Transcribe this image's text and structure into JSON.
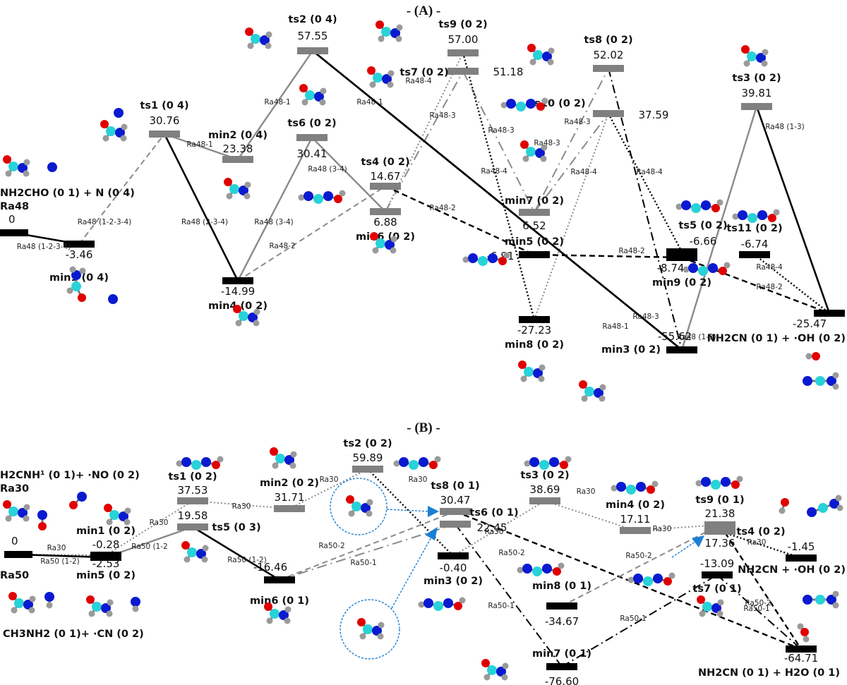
{
  "colors": {
    "min_bar": "#000000",
    "ts_bar": "#808080",
    "line_black": "#000000",
    "line_gray": "#8a8a8a",
    "highlight": "#1a7fd4",
    "atom_C": "#27d3d8",
    "atom_N": "#0a1ad0",
    "atom_O": "#e00000",
    "atom_H": "#9a9a9a"
  },
  "panels": [
    {
      "id": "A",
      "title": "- (A) -",
      "reactants": [
        {
          "name": "NH2CHO (0 1) +  N (0 4)",
          "tag": "Ra48"
        }
      ],
      "products": [
        {
          "name": "NH2CN (0 1) + ·OH (0 2)"
        }
      ],
      "levels": [
        {
          "id": "R",
          "name": "",
          "energy": "0",
          "kind": "min"
        },
        {
          "id": "min1",
          "name": "min1 (0 4)",
          "energy": "-3.46",
          "kind": "min"
        },
        {
          "id": "ts1",
          "name": "ts1 (0 4)",
          "energy": "30.76",
          "kind": "ts"
        },
        {
          "id": "min2",
          "name": "min2 (0 4)",
          "energy": "23.38",
          "kind": "ts"
        },
        {
          "id": "ts2",
          "name": "ts2 (0 4)",
          "energy": "57.55",
          "kind": "ts"
        },
        {
          "id": "min4",
          "name": "min4 (0 2)",
          "energy": "-14.99",
          "kind": "min"
        },
        {
          "id": "ts6",
          "name": "ts6 (0 2)",
          "energy": "30.41",
          "kind": "ts"
        },
        {
          "id": "ts4",
          "name": "ts4 (0 2)",
          "energy": "14.67",
          "kind": "ts"
        },
        {
          "id": "min6",
          "name": "min6 (0 2)",
          "energy": "6.88",
          "kind": "ts"
        },
        {
          "id": "ts9",
          "name": "ts9 (0 2)",
          "energy": "57.00",
          "kind": "ts"
        },
        {
          "id": "ts7",
          "name": "ts7 (0 2)",
          "energy": "51.18",
          "kind": "ts"
        },
        {
          "id": "min7",
          "name": "min7 (0 2)",
          "energy": "6.52",
          "kind": "ts"
        },
        {
          "id": "min5",
          "name": "min5 (0 2)",
          "energy": "-6.91",
          "kind": "min"
        },
        {
          "id": "min8",
          "name": "min8 (0 2)",
          "energy": "-27.23",
          "kind": "min"
        },
        {
          "id": "ts8",
          "name": "ts8 (0 2)",
          "energy": "52.02",
          "kind": "ts"
        },
        {
          "id": "ts10",
          "name": "ts10 (0 2)",
          "energy": "37.59",
          "kind": "ts"
        },
        {
          "id": "ts5",
          "name": "ts5 (0 2)",
          "energy": "-6.66",
          "kind": "min"
        },
        {
          "id": "min9",
          "name": "min9 (0 2)",
          "energy": "-8.74",
          "kind": "min"
        },
        {
          "id": "ts11",
          "name": "ts11 (0 2)",
          "energy": "-6.74",
          "kind": "min"
        },
        {
          "id": "ts3",
          "name": "ts3 (0 2)",
          "energy": "39.81",
          "kind": "ts"
        },
        {
          "id": "P",
          "name": "",
          "energy": "-25.47",
          "kind": "min"
        },
        {
          "id": "min3",
          "name": "min3 (0 2)",
          "energy": "-55.62",
          "kind": "min"
        }
      ],
      "path_labels": [
        "Ra48 (1-2-3-4)",
        "Ra48 (1-2-3-4)",
        "Ra48-1",
        "Ra48 (2-3-4)",
        "Ra48 (3-4)",
        "Ra48-2",
        "Ra48-1",
        "Ra48-1",
        "Ra48 (3-4)",
        "Ra48-4",
        "Ra48-3",
        "Ra48-3",
        "Ra48-4",
        "Ra48-2",
        "Ra48-3",
        "Ra48-3",
        "Ra48-4",
        "Ra48-4",
        "Ra48-2",
        "Ra48-4",
        "Ra48-2",
        "Ra48-3",
        "Ra48 (1-3)",
        "Ra48 (1-3)",
        "Ra48-1"
      ]
    },
    {
      "id": "B",
      "title": "- (B) -",
      "reactants": [
        {
          "name": "H2CNH¹ (0 1)+ ·NO (0 2)",
          "tag": "Ra30"
        },
        {
          "name": "CH3NH2 (0 1)+ ·CN (0 2)",
          "tag": "Ra50"
        }
      ],
      "products": [
        {
          "name": "NH2CN + ·OH (0 2)"
        },
        {
          "name": "NH2CN (0 1) + H2O (0 1)"
        }
      ],
      "levels": [
        {
          "id": "R",
          "name": "",
          "energy": "0",
          "kind": "min"
        },
        {
          "id": "min1",
          "name": "min1 (0 2)",
          "energy": "-0.28",
          "kind": "min"
        },
        {
          "id": "min5",
          "name": "min5 (0 2)",
          "energy": "-2.53",
          "kind": "min"
        },
        {
          "id": "ts1",
          "name": "ts1 (0 2)",
          "energy": "37.53",
          "kind": "ts"
        },
        {
          "id": "ts5",
          "name": "ts5 (0 3)",
          "energy": "19.58",
          "kind": "ts"
        },
        {
          "id": "min2",
          "name": "min2 (0 2)",
          "energy": "31.71",
          "kind": "ts"
        },
        {
          "id": "min6",
          "name": "min6 (0 1)",
          "energy": "-16.46",
          "kind": "min"
        },
        {
          "id": "ts2",
          "name": "ts2 (0 2)",
          "energy": "59.89",
          "kind": "ts"
        },
        {
          "id": "ts8",
          "name": "ts8 (0 1)",
          "energy": "30.47",
          "kind": "ts"
        },
        {
          "id": "ts6",
          "name": "ts6 (0 1)",
          "energy": "22.45",
          "kind": "ts"
        },
        {
          "id": "min3",
          "name": "min3 (0 2)",
          "energy": "-0.40",
          "kind": "min"
        },
        {
          "id": "ts3",
          "name": "ts3 (0 2)",
          "energy": "38.69",
          "kind": "ts"
        },
        {
          "id": "min8",
          "name": "min8 (0 1)",
          "energy": "-34.67",
          "kind": "min"
        },
        {
          "id": "min7",
          "name": "min7 (0 1)",
          "energy": "-76.60",
          "kind": "min"
        },
        {
          "id": "min4",
          "name": "min4 (0 2)",
          "energy": "17.11",
          "kind": "ts"
        },
        {
          "id": "ts9",
          "name": "ts9 (0 1)",
          "energy": "21.38",
          "kind": "ts"
        },
        {
          "id": "ts4",
          "name": "ts4 (0 2)",
          "energy": "17.36",
          "kind": "ts"
        },
        {
          "id": "ts7",
          "name": "ts7 (0 1)",
          "energy": "-13.09",
          "kind": "min"
        },
        {
          "id": "P1",
          "name": "",
          "energy": "-1.45",
          "kind": "min"
        },
        {
          "id": "P2",
          "name": "",
          "energy": "-64.71",
          "kind": "min"
        }
      ],
      "path_labels": [
        "Ra30",
        "Ra50 (1-2)",
        "Ra30",
        "Ra50 (1-2",
        "Ra30",
        "Ra50 (1-2)",
        "Ra30",
        "Ra30",
        "Ra50-2",
        "Ra50-1",
        "Ra30",
        "Ra50-2",
        "Ra50-1",
        "Ra30",
        "Ra30",
        "Ra50-2",
        "Ra30",
        "Ra50-1",
        "Ra50-2",
        "Ra50-1"
      ]
    }
  ]
}
